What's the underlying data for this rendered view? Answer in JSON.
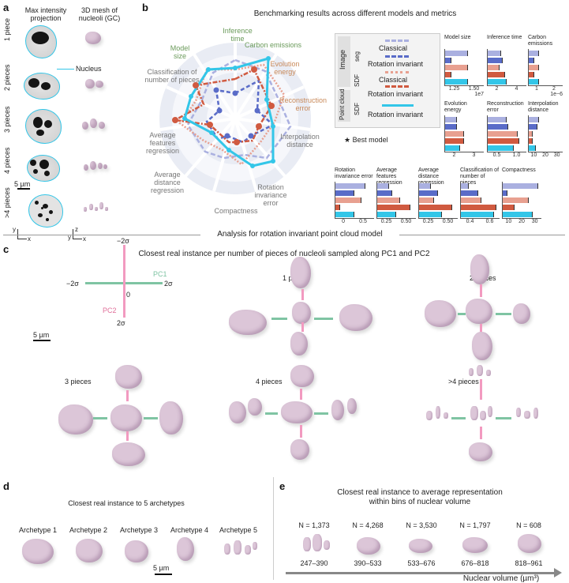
{
  "panel_a": {
    "letter": "a",
    "col1_title": "Max intensity projection",
    "col2_title": "3D mesh of nucleoli (GC)",
    "rows": [
      "1 piece",
      "2 pieces",
      "3 pieces",
      "4 pieces",
      ">4 pieces"
    ],
    "nucleus_label": "Nucleus",
    "scale": "5 µm",
    "axis_y": "y",
    "axis_x": "x",
    "axis_z": "z"
  },
  "panel_b": {
    "letter": "b",
    "title": "Benchmarking results across different models and metrics",
    "radar_labels": {
      "model_size": "Model size",
      "inference_time": "Inference time",
      "carbon": "Carbon emissions",
      "evolution": "Evolution energy",
      "reconstruction": "Reconstruction error",
      "interpolation": "Interpolation distance",
      "rotation": "Rotation invariance error",
      "compactness": "Compactness",
      "avg_distance": "Average distance regression",
      "avg_features": "Average features regression",
      "classification": "Classification of number of pieces"
    },
    "legend": {
      "image": "Image",
      "seg": "seg",
      "sdf": "SDF",
      "point_cloud": "Point cloud",
      "classical": "Classical",
      "rotation_invariant": "Rotation invariant",
      "best": "Best model"
    },
    "colors": {
      "seg_classical": "#aab0e0",
      "seg_rotinv": "#5a6cc8",
      "sdf_classical": "#e8a090",
      "sdf_rotinv": "#d05a40",
      "pc_rotinv": "#33c6e8"
    },
    "minicharts": [
      {
        "title": "Model size",
        "ticks": [
          "1.25",
          "1.50"
        ],
        "extra": "1e7"
      },
      {
        "title": "Inference time",
        "ticks": [
          "2",
          "4"
        ],
        "extra": ""
      },
      {
        "title": "Carbon emissions",
        "ticks": [
          "1",
          "2"
        ],
        "extra": "1e−6"
      },
      {
        "title": "Evolution energy",
        "ticks": [
          "2",
          "3"
        ],
        "extra": ""
      },
      {
        "title": "Reconstruction error",
        "ticks": [
          "0.5",
          "1.0"
        ],
        "extra": ""
      },
      {
        "title": "Interpolation distance",
        "ticks": [
          "10",
          "20",
          "30"
        ],
        "extra": ""
      },
      {
        "title": "Rotation invariance error",
        "ticks": [
          "0",
          "0.5"
        ],
        "extra": ""
      },
      {
        "title": "Average features regression",
        "ticks": [
          "0.25",
          "0.50"
        ],
        "extra": ""
      },
      {
        "title": "Average distance regression",
        "ticks": [
          "0.25",
          "0.50"
        ],
        "extra": ""
      },
      {
        "title": "Classification of number of pieces",
        "ticks": [
          "0.4",
          "0.6"
        ],
        "extra": ""
      },
      {
        "title": "Compactness",
        "ticks": [
          "10",
          "20",
          "30"
        ],
        "extra": ""
      }
    ]
  },
  "section_title": "Analysis for rotation invariant point cloud model",
  "panel_c": {
    "letter": "c",
    "title": "Closest real instance per number of pieces of nucleoli sampled along PC1 and PC2",
    "axis": {
      "up": "−2σ",
      "down": "2σ",
      "left": "−2σ",
      "right": "2σ",
      "zero": "0",
      "pc1": "PC1",
      "pc2": "PC2"
    },
    "scale": "5 µm",
    "groups": [
      "1 piece",
      "2 pieces",
      "3 pieces",
      "4 pieces",
      ">4 pieces"
    ]
  },
  "panel_d": {
    "letter": "d",
    "title": "Closest real instance to 5 archetypes",
    "archetypes": [
      "Archetype 1",
      "Archetype 2",
      "Archetype 3",
      "Archetype 4",
      "Archetype 5"
    ],
    "scale": "5 µm"
  },
  "panel_e": {
    "letter": "e",
    "title_line1": "Closest real instance to average representation",
    "title_line2": "within bins of nuclear volume",
    "bins": [
      {
        "n": "N = 1,373",
        "range": "247–390"
      },
      {
        "n": "N = 4,268",
        "range": "390–533"
      },
      {
        "n": "N = 3,530",
        "range": "533–676"
      },
      {
        "n": "N = 1,797",
        "range": "676–818"
      },
      {
        "n": "N = 608",
        "range": "818–961"
      }
    ],
    "axis_label": "Nuclear volume (µm³)"
  }
}
